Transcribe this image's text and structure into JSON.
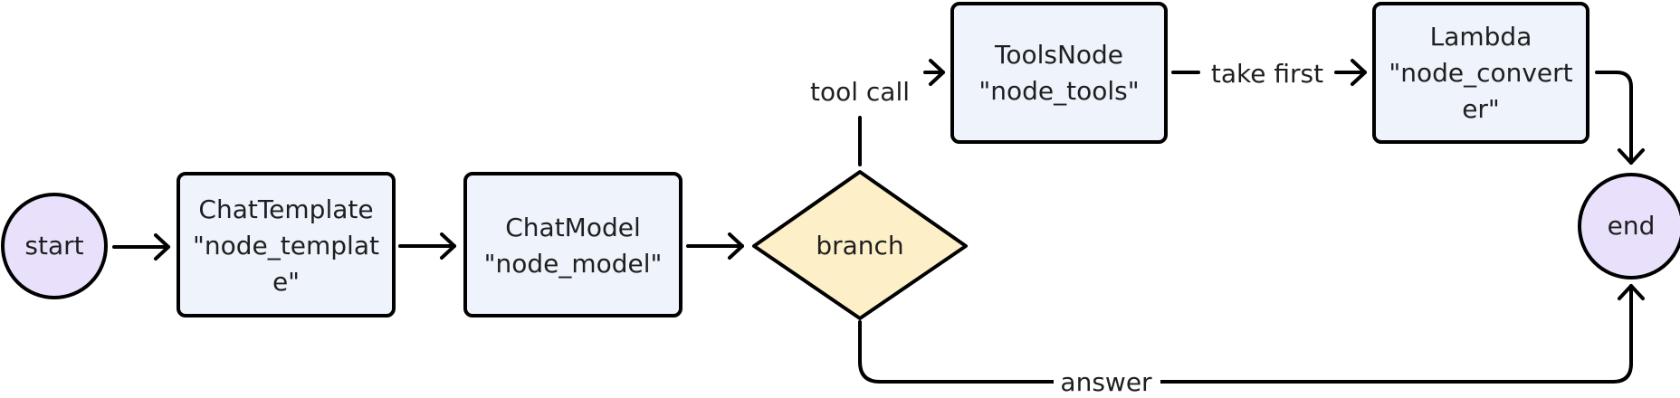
{
  "colors": {
    "circle_fill": "#e9e1fb",
    "box_fill": "#eef3fc",
    "diamond_fill": "#fdf0c9",
    "stroke": "#000000",
    "text": "#1f1f1f"
  },
  "nodes": {
    "start": {
      "label": "start"
    },
    "template": {
      "line1": "ChatTemplate",
      "line2": "\"node_templat",
      "line3": "e\""
    },
    "model": {
      "line1": "ChatModel",
      "line2": "\"node_model\""
    },
    "branch": {
      "label": "branch"
    },
    "tools": {
      "line1": "ToolsNode",
      "line2": "\"node_tools\""
    },
    "converter": {
      "line1": "Lambda",
      "line2": "\"node_convert",
      "line3": "er\""
    },
    "end": {
      "label": "end"
    }
  },
  "edges": {
    "tool_call": "tool call",
    "take_first": "take first",
    "answer": "answer"
  }
}
